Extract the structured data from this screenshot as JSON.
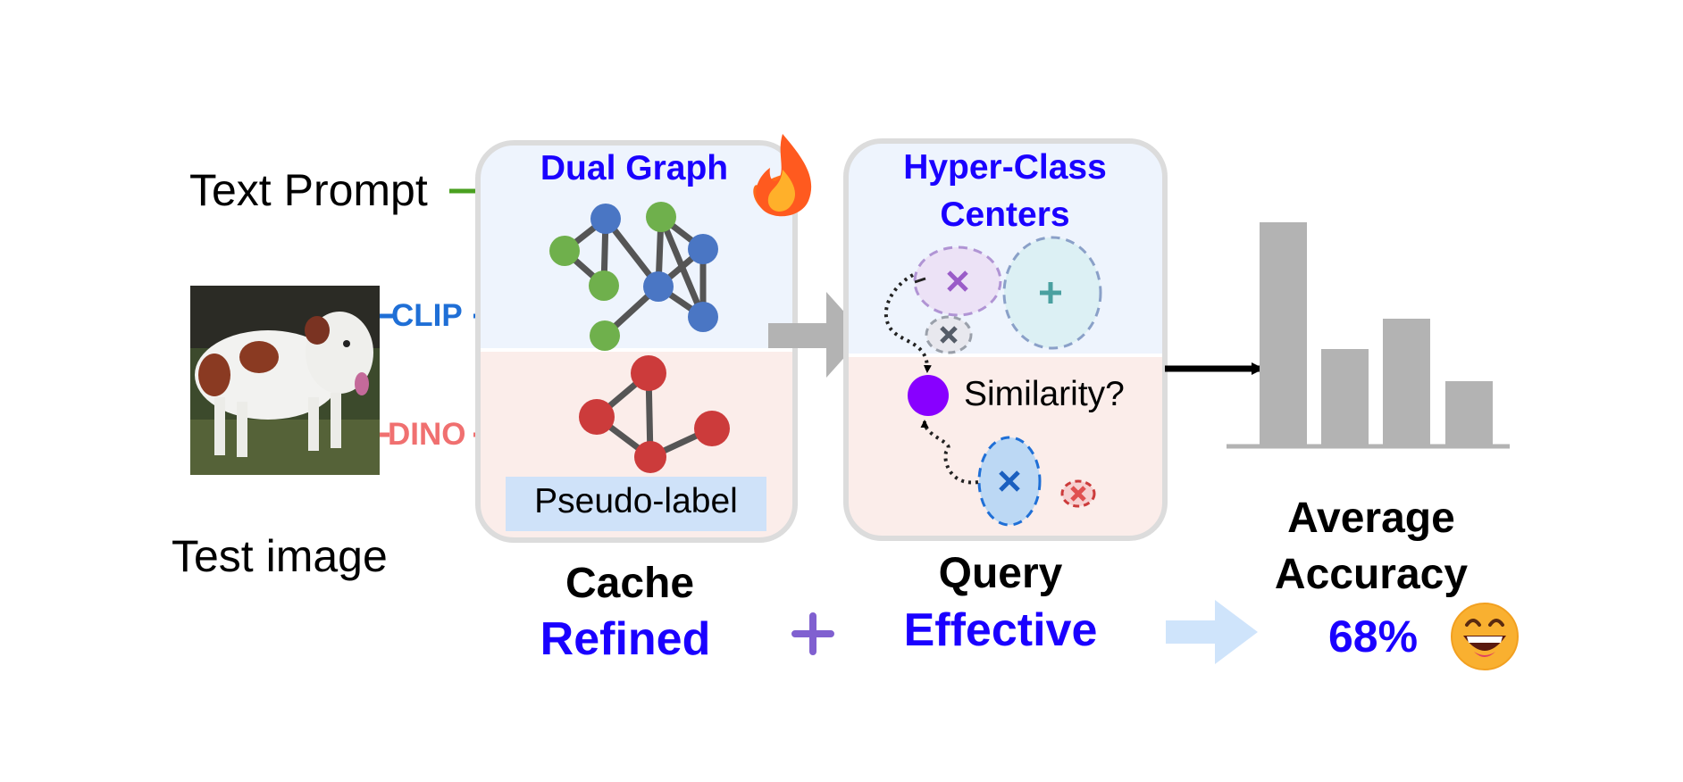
{
  "inputs": {
    "text_prompt": "Text Prompt",
    "test_image_caption": "Test image",
    "clip_label": "CLIP",
    "dino_label": "DINO"
  },
  "cache": {
    "title": "Dual Graph",
    "pseudo_label": "Pseudo-label",
    "caption": "Cache",
    "caption_quality": "Refined"
  },
  "query": {
    "title_line1": "Hyper-Class",
    "title_line2": "Centers",
    "similarity": "Similarity?",
    "caption": "Query",
    "caption_quality": "Effective"
  },
  "result": {
    "label_line1": "Average",
    "label_line2": "Accuracy",
    "value": "68%",
    "plus": "+"
  },
  "icons": {
    "flame": "flame-icon",
    "smiley": "grinning-face-icon",
    "dog": "dog-photo"
  },
  "colors": {
    "blue_title": "#1a00ff",
    "clip_blue": "#1f6fd6",
    "dino_pink": "#f07070",
    "text_prompt_green": "#4aa020",
    "graph_blue_node": "#4a76c4",
    "graph_green_node": "#6fb04c",
    "graph_red_node": "#cc3b3b",
    "purple_query": "#8800ff",
    "bar_gray": "#b3b3b3",
    "plus_purple": "#8060d0",
    "arrow_light_blue": "#cfe4fb"
  }
}
